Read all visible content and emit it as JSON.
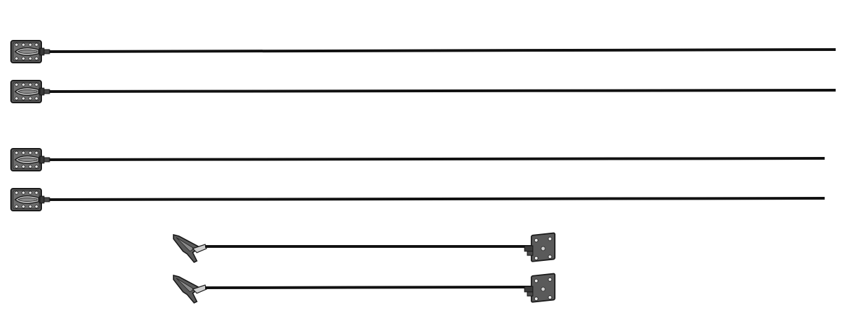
{
  "colors": {
    "background": "#ffffff",
    "rod": "#111111",
    "plate_fill": "#5a5a5a",
    "plate_dark": "#2a2a2a",
    "plate_light": "#cfcfcf",
    "bolt_hole": "#e8e8e8"
  },
  "icons": {
    "latch_plate": "latch-plate-icon",
    "angled_bracket": "angled-bracket-icon",
    "square_mount_plate": "square-mount-plate-icon"
  },
  "assemblies": [
    {
      "kind": "long-latch-rod"
    },
    {
      "kind": "long-latch-rod"
    },
    {
      "kind": "long-latch-rod"
    },
    {
      "kind": "long-latch-rod"
    },
    {
      "kind": "short-bracket-rod"
    },
    {
      "kind": "short-bracket-rod"
    }
  ]
}
